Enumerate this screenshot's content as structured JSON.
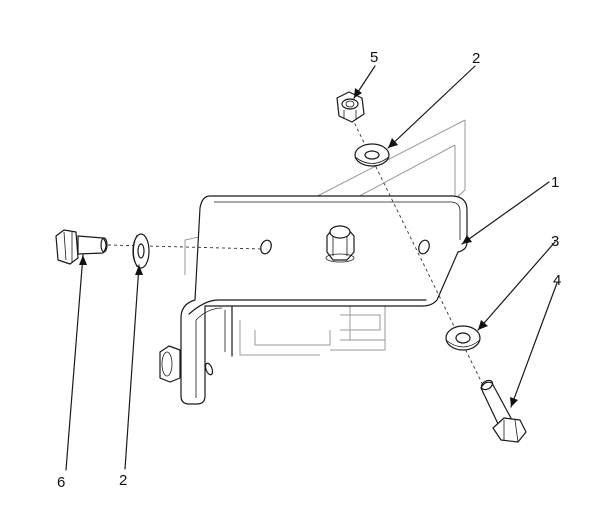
{
  "callouts": [
    {
      "id": "c1",
      "text": "1"
    },
    {
      "id": "c2a",
      "text": "2"
    },
    {
      "id": "c2b",
      "text": "2"
    },
    {
      "id": "c3",
      "text": "3"
    },
    {
      "id": "c4",
      "text": "4"
    },
    {
      "id": "c5",
      "text": "5"
    },
    {
      "id": "c6",
      "text": "6"
    }
  ]
}
